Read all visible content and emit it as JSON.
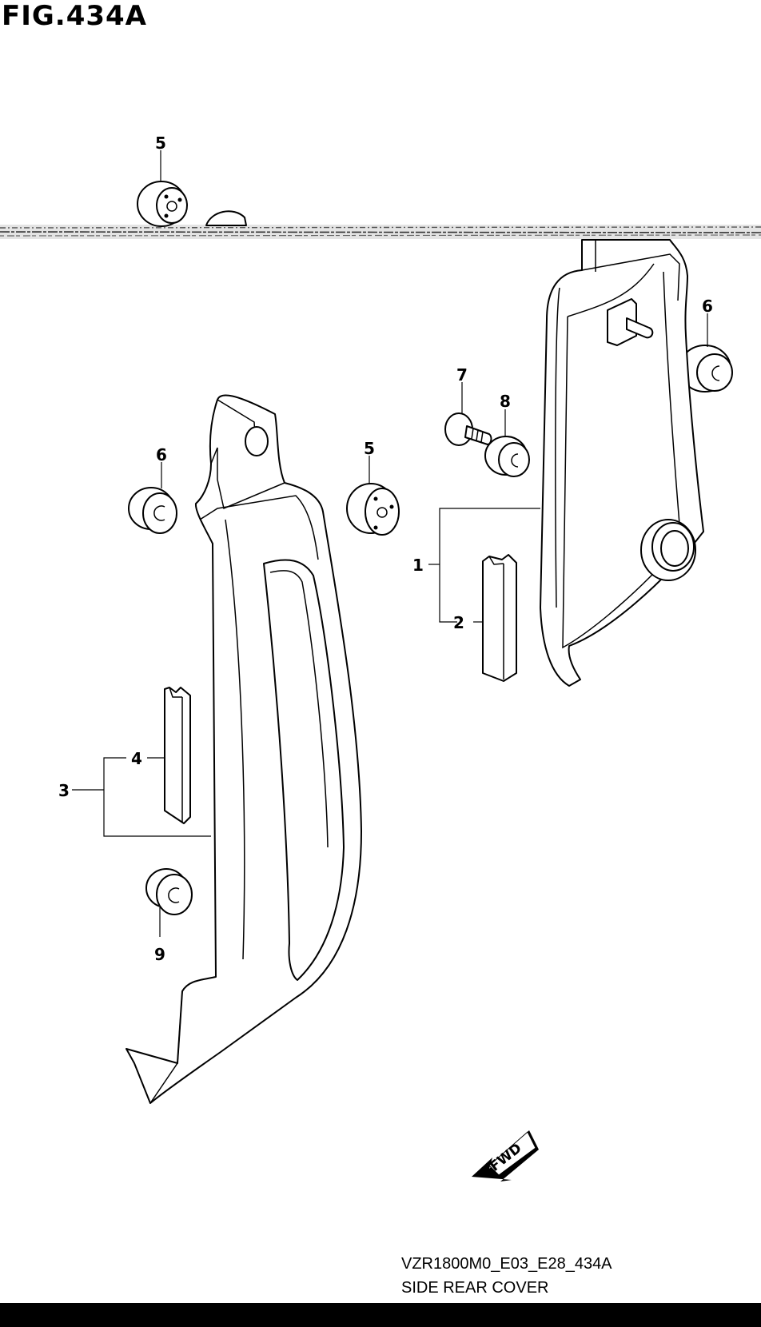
{
  "figure": {
    "title": "FIG.434A",
    "code": "VZR1800M0_E03_E28_434A",
    "name": "SIDE REAR COVER",
    "direction_label": "FWD"
  },
  "callouts": [
    {
      "id": "c5a",
      "label": "5"
    },
    {
      "id": "c6a",
      "label": "6"
    },
    {
      "id": "c7",
      "label": "7"
    },
    {
      "id": "c8",
      "label": "8"
    },
    {
      "id": "c1",
      "label": "1"
    },
    {
      "id": "c2",
      "label": "2"
    },
    {
      "id": "c6b",
      "label": "6"
    },
    {
      "id": "c5b",
      "label": "5"
    },
    {
      "id": "c4",
      "label": "4"
    },
    {
      "id": "c3",
      "label": "3"
    },
    {
      "id": "c9",
      "label": "9"
    }
  ],
  "colors": {
    "line": "#000000",
    "background": "#ffffff"
  }
}
